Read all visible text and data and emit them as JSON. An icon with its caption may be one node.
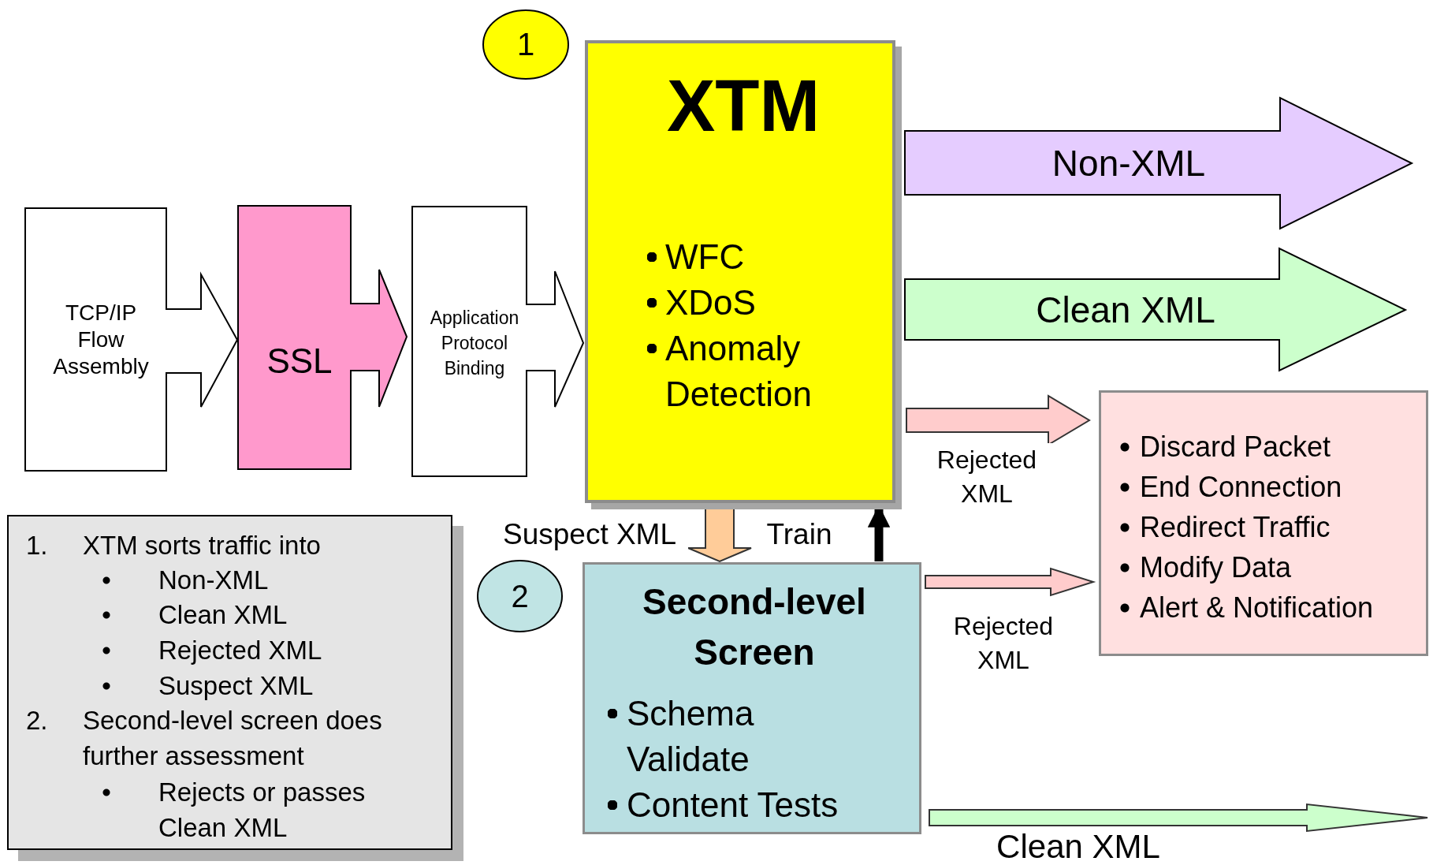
{
  "diagram": {
    "nodes": [
      {
        "text": [
          "1"
        ]
      },
      {
        "text": [
          "TCP/IP Flow Assembly"
        ]
      },
      {
        "text": [
          "SSL"
        ]
      },
      {
        "text": [
          "Application Protocol Binding"
        ]
      },
      {
        "text": [
          "XTM",
          "WFC",
          "XDoS",
          "Anomaly Detection"
        ]
      },
      {
        "text": [
          "Non-XML"
        ]
      },
      {
        "text": [
          "Clean XML"
        ]
      },
      {
        "text": [
          "Discard Packet",
          "End Connection",
          "Redirect Traffic",
          "Modify Data",
          "Alert & Notification"
        ]
      },
      {
        "text": [
          "2"
        ]
      },
      {
        "text": [
          "Second-level Screen",
          "Schema Validate",
          "Content Tests"
        ]
      },
      {
        "text": [
          "1.",
          "XTM sorts traffic into",
          "Non-XML",
          "Clean XML",
          "Rejected XML",
          "Suspect XML",
          "2.",
          "Second-level screen does further assessment",
          "Rejects or passes Clean XML"
        ]
      }
    ],
    "edges": [
      {
        "from": 4,
        "to": 7,
        "arrow": "to",
        "label": "Rejected XML",
        "color": "#ffcccc"
      },
      {
        "from": 9,
        "to": 7,
        "arrow": "to",
        "label": "Rejected XML",
        "color": "#ffcccc"
      },
      {
        "from": 9,
        "to": null,
        "arrow": "to",
        "label": "Clean XML",
        "color": "#ccffcc"
      },
      {
        "from": 4,
        "to": 9,
        "arrow": "to",
        "label": "Suspect XML",
        "color": "#ffcc99"
      },
      {
        "from": 9,
        "to": 4,
        "arrow": "to",
        "label": "Train",
        "color": "#000000"
      }
    ]
  }
}
